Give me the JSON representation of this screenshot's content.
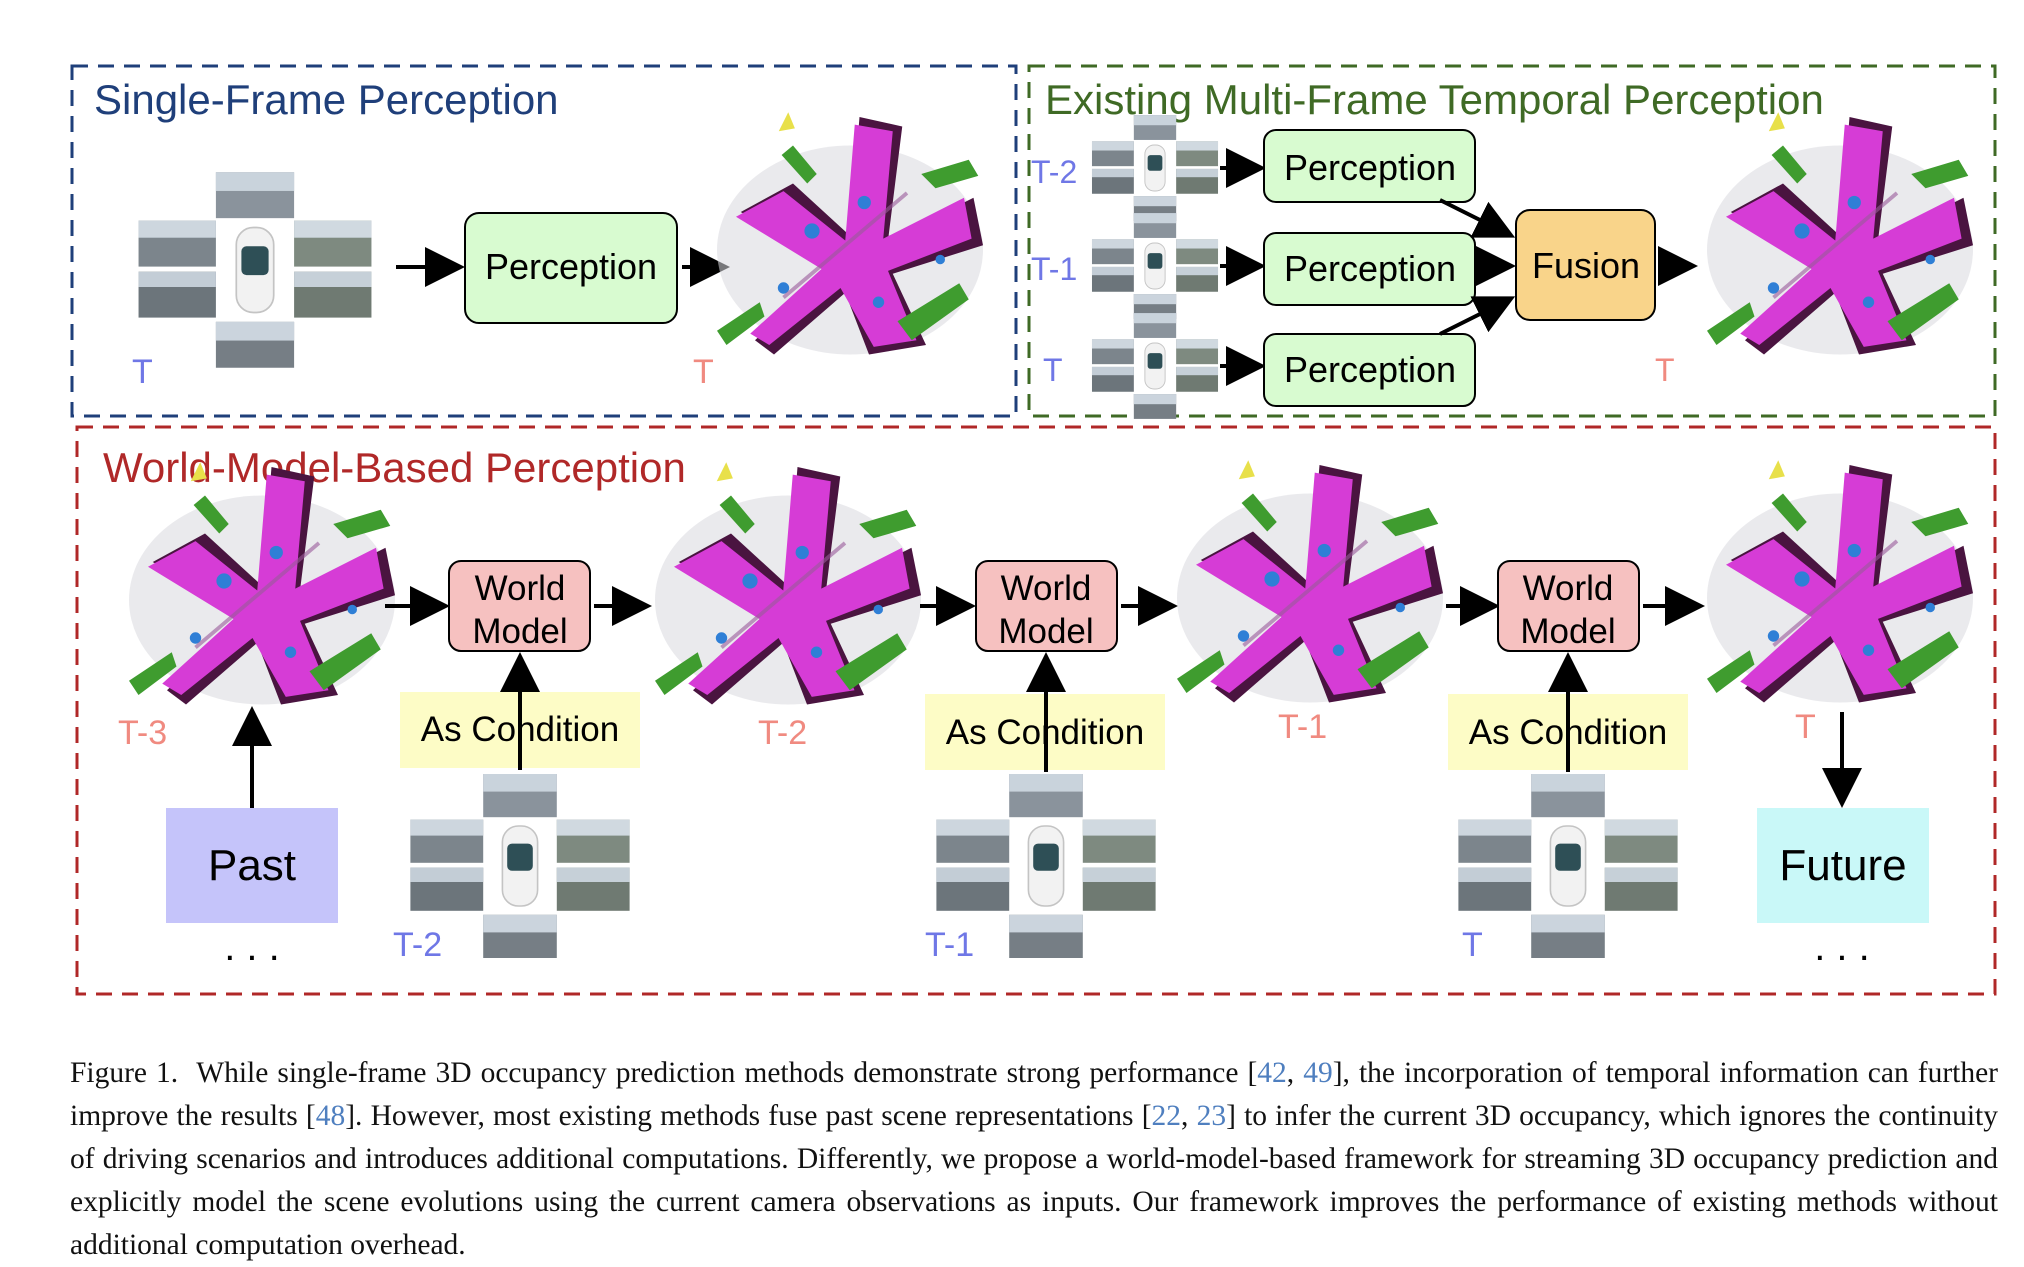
{
  "panels": {
    "single": {
      "title": "Single-Frame Perception",
      "color": "#1f3f7a"
    },
    "multi": {
      "title": "Existing Multi-Frame Temporal Perception",
      "color": "#3f6a25"
    },
    "world": {
      "title": "World-Model-Based Perception",
      "color": "#b02828"
    }
  },
  "labels": {
    "perception": "Perception",
    "fusion": "Fusion",
    "world_model_l1": "World",
    "world_model_l2": "Model",
    "as_condition": "As Condition",
    "past": "Past",
    "future": "Future",
    "ellipsis": ". . .",
    "t": "T",
    "t1": "T-1",
    "t2": "T-2",
    "t3": "T-3"
  },
  "colors": {
    "perception_fill": "#d8fbd0",
    "fusion_fill": "#f9d48a",
    "world_fill": "#f6c1c0",
    "condition_fill": "#fdfcc6",
    "past_fill": "#c5c4fa",
    "future_fill": "#c9f8f8",
    "input_label": "#6f77e6",
    "output_label": "#f08a80",
    "occ_magenta": "#d63cd6",
    "occ_purple": "#4a1440",
    "occ_green": "#3f9c2f",
    "occ_blue": "#2f7fd6",
    "occ_gray": "#c9c9cf"
  },
  "caption": {
    "lead": "Figure 1.",
    "text_1": "While single-frame 3D occupancy prediction methods demonstrate strong performance [",
    "ref_1": "42",
    "sep_1": ", ",
    "ref_2": "49",
    "text_2": "], the incorporation of temporal information can further improve the results [",
    "ref_3": "48",
    "text_3": "]. However, most existing methods fuse past scene representations [",
    "ref_4": "22",
    "sep_2": ", ",
    "ref_5": "23",
    "text_4": "] to infer the current 3D occupancy, which ignores the continuity of driving scenarios and introduces additional computations. Differently, we propose a world-model-based framework for streaming 3D occupancy prediction and explicitly model the scene evolutions using the current camera observations as inputs. Our framework improves the performance of existing methods without additional computation overhead."
  }
}
